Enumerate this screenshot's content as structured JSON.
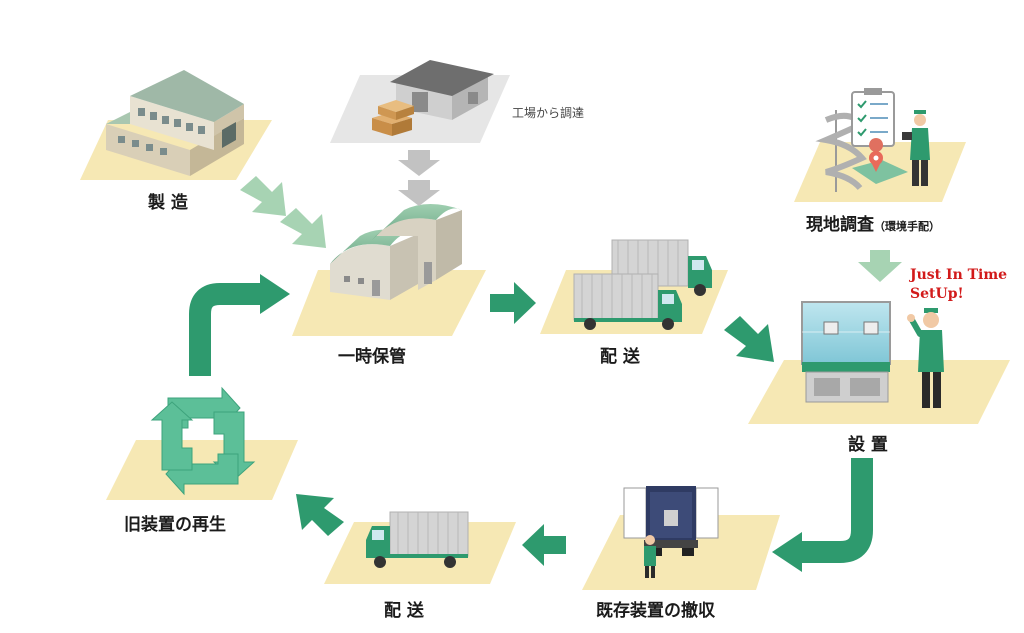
{
  "labels": {
    "manufacturing": "製 造",
    "factory_procurement": "工場から調達",
    "temporary_storage": "一時保管",
    "delivery_top": "配 送",
    "site_survey": "現地調査",
    "site_survey_note": "（環境手配）",
    "installation": "設 置",
    "removal": "既存装置の撤収",
    "delivery_bottom": "配 送",
    "regeneration": "旧装置の再生"
  },
  "callout": {
    "line1": "Just In Time",
    "line2": "SetUp!"
  },
  "colors": {
    "pad": "#f6e8b4",
    "pad_gray": "#e6e6e6",
    "arrow_dark": "#2e9a6e",
    "arrow_light": "#a7d3b3",
    "arrow_gray": "#c2c2c2",
    "callout_text": "#d21a1a"
  },
  "icons": {
    "manufacturing": "factory-building-icon",
    "factory_procurement": "warehouse-with-boxes-icon",
    "temporary_storage": "storage-sheds-icon",
    "delivery_top": "two-trucks-icon",
    "site_survey": "checklist-and-worker-icon",
    "installation": "equipment-unit-with-worker-icon",
    "removal": "truck-unloading-icon",
    "delivery_bottom": "truck-icon",
    "regeneration": "recycle-icon"
  }
}
